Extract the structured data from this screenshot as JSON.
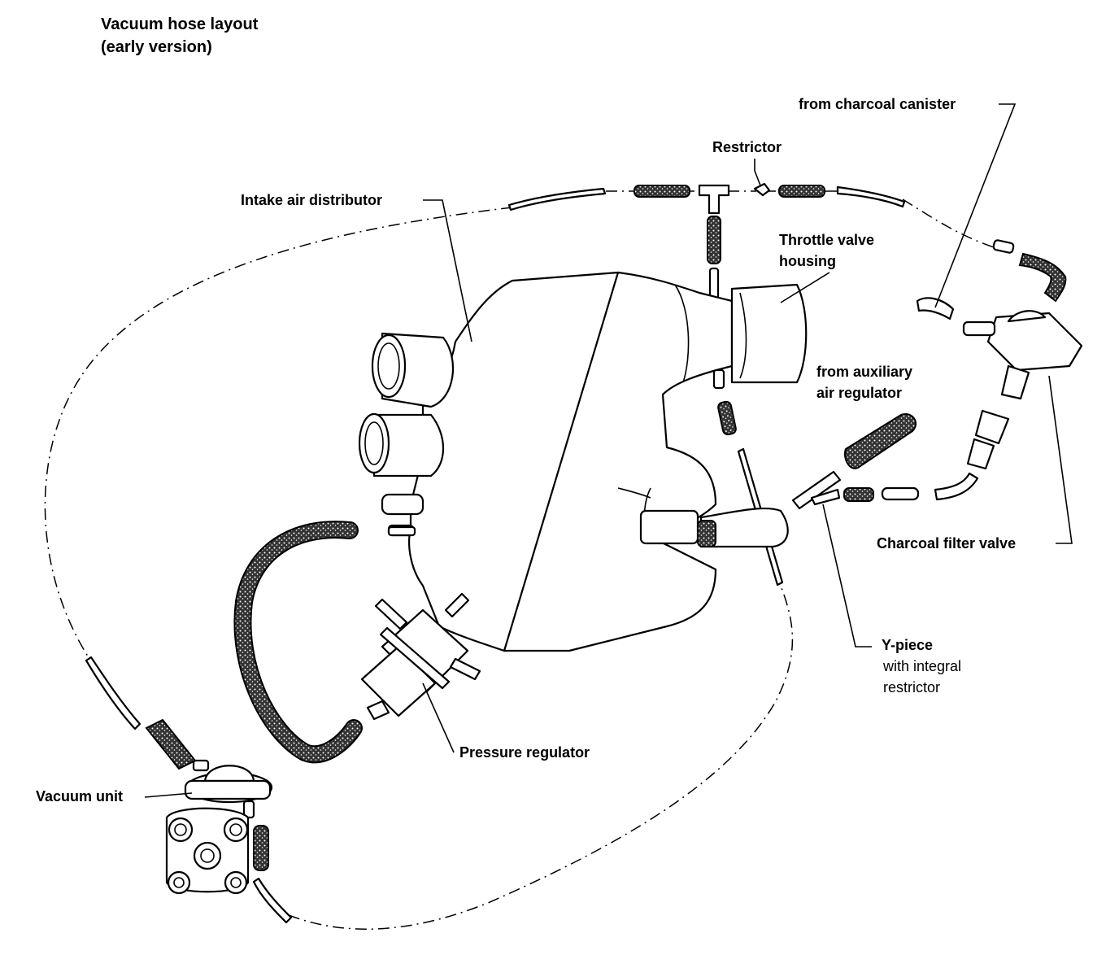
{
  "title": {
    "line1": "Vacuum hose layout",
    "line2": "(early version)"
  },
  "labels": {
    "restrictor": "Restrictor",
    "charcoal_canister": "from charcoal canister",
    "intake_air_distributor": "Intake air distributor",
    "throttle_valve_line1": "Throttle valve",
    "throttle_valve_line2": "housing",
    "aux_air_line1": "from auxiliary",
    "aux_air_line2": "air regulator",
    "charcoal_filter_valve": "Charcoal filter valve",
    "y_piece_line1": "Y-piece",
    "y_piece_line2": "with integral",
    "y_piece_line3": "restrictor",
    "pressure_regulator": "Pressure regulator",
    "vacuum_unit": "Vacuum unit"
  }
}
